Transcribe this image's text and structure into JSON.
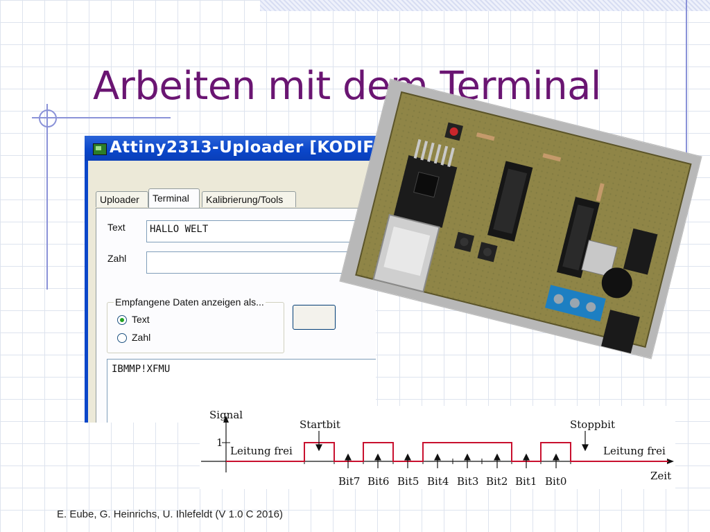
{
  "slide": {
    "title": "Arbeiten mit dem Terminal",
    "footer": "E. Eube, G. Heinrichs, U. Ihlefeldt (V 1.0 C 2016)"
  },
  "app_window": {
    "title": "Attiny2313-Uploader [KODIF",
    "tabs": [
      {
        "label": "Uploader",
        "active": false
      },
      {
        "label": "Terminal",
        "active": true
      },
      {
        "label": "Kalibrierung/Tools",
        "active": false
      }
    ],
    "text_label": "Text",
    "text_value": "HALLO WELT",
    "number_label": "Zahl",
    "number_value": "",
    "group_title": "Empfangene Daten anzeigen als...",
    "radio_text": "Text",
    "radio_number": "Zahl",
    "selected_radio": "Text",
    "received_text": "IBMMP!XFMU"
  },
  "photo": {
    "subject": "pcb-board-photo"
  },
  "signal_diagram": {
    "y_label": "Signal",
    "y_tick": "1",
    "x_label": "Zeit",
    "startbit_label": "Startbit",
    "stoppbit_label": "Stoppbit",
    "idle_label_left": "Leitung frei",
    "idle_label_right": "Leitung frei",
    "bits": [
      "Bit7",
      "Bit6",
      "Bit5",
      "Bit4",
      "Bit3",
      "Bit2",
      "Bit1",
      "Bit0"
    ],
    "waveform_color": "#c8102e"
  },
  "colors": {
    "title": "#6a1572",
    "accent_lines": "#8a92d8",
    "window_titlebar": "#0a46c9"
  }
}
